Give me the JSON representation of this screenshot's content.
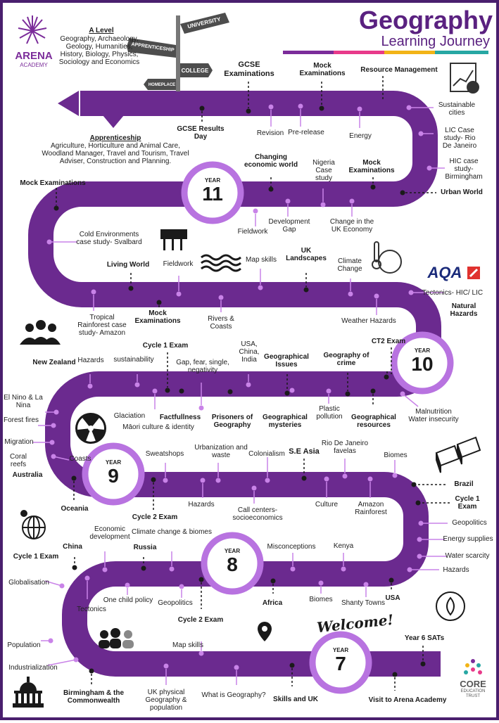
{
  "header": {
    "title": "Geography",
    "subtitle": "Learning Journey",
    "school_name": "ARENA",
    "school_sub": "ACADEMY"
  },
  "signposts": [
    "UNIVERSITY",
    "APPRENTICESHIP",
    "COLLEGE",
    "HOMEPLACE"
  ],
  "pathways": {
    "a_level_title": "A Level",
    "a_level_text": "Geography, Archaeology,\nGeology, Humanities,\nHistory, Biology, Physics,\nSociology and Economics",
    "apprenticeship_title": "Apprenticeship",
    "apprenticeship_text": "Agriculture, Horticulture and Animal Care,\nWoodland Manager, Travel and Tourism, Travel\nAdviser, Construction and Planning."
  },
  "years": {
    "y11": {
      "word": "YEAR",
      "num": "11"
    },
    "y10": {
      "word": "YEAR",
      "num": "10"
    },
    "y9": {
      "word": "YEAR",
      "num": "9"
    },
    "y8": {
      "word": "YEAR",
      "num": "8"
    },
    "y7": {
      "word": "YEAR",
      "num": "7"
    }
  },
  "welcome": "Welcome!",
  "aqa": "AQA",
  "core": {
    "line1": "CORE",
    "line2": "EDUCATION\nTRUST"
  },
  "labels": {
    "gcse_exams": "GCSE\nExaminations",
    "mock_exams_top": "Mock\nExaminations",
    "resource_management": "Resource Management",
    "sustainable_cities": "Sustainable\ncities",
    "lic_case": "LIC Case\nstudy- Rio\nDe Janeiro",
    "hic_case": "HIC case\nstudy-\nBirmingham",
    "urban_world": "Urban World",
    "gcse_results": "GCSE Results\nDay",
    "revision": "Revision",
    "pre_release": "Pre-release",
    "energy": "Energy",
    "changing_world": "Changing\neconomic world",
    "nigeria": "Nigeria\nCase\nstudy",
    "mock_exams_y11": "Mock\nExaminations",
    "mock_exams_left": "Mock Examinations",
    "fieldwork_y11": "Fieldwork",
    "development_gap": "Development\nGap",
    "uk_economy": "Change in the\nUK Economy",
    "cold_env": "Cold Environments\ncase study- Svalbard",
    "living_world": "Living World",
    "fieldwork_lw": "Fieldwork",
    "map_skills_y11": "Map skills",
    "uk_landscapes": "UK\nLandscapes",
    "climate_change": "Climate\nChange",
    "tropical": "Tropical\nRainforest case\nstudy- Amazon",
    "mock_exams_mid": "Mock\nExaminations",
    "rivers": "Rivers &\nCoasts",
    "weather_hazards": "Weather Hazards",
    "tectonics_hic": "Tectonics- HIC/ LIC",
    "natural_hazards": "Natural\nHazards",
    "ct2_exam": "CT2 Exam",
    "new_zealand": "New Zealand",
    "hazards_y9": "Hazards",
    "sustainability": "sustainability",
    "cycle1_y9": "Cycle 1 Exam",
    "gap_fear": "Gap, fear, single,\nnegativity",
    "usa_china": "USA,\nChina,\nIndia",
    "geo_issues": "Geographical\nIssues",
    "geo_crime": "Geography of\ncrime",
    "el_nino": "El Nino & La\nNina",
    "forest_fires": "Forest fires",
    "migration": "Migration",
    "coral_reefs": "Coral\nreefs",
    "australia": "Australia",
    "coasts": "Coasts",
    "glaciation": "Glaciation",
    "maori": "Māori culture & identity",
    "factfullness": "Factfullness",
    "prisoners": "Prisoners of\nGeography",
    "geo_mysteries": "Geographical\nmysteries",
    "plastic": "Plastic\npollution",
    "geo_resources": "Geographical\nresources",
    "malnutrition": "Malnutrition\nWater insecurity",
    "sweatshops": "Sweatshops",
    "urbanization": "Urbanization and\nwaste",
    "colonialism": "Colonialism",
    "se_asia": "S.E Asia",
    "rio_favelas": "Rio De Janeiro\nfavelas",
    "biomes_y8": "Biomes",
    "oceania": "Oceania",
    "cycle2_y9": "Cycle 2 Exam",
    "hazards_y8": "Hazards",
    "call_centers": "Call centers-\nsocioeconomics",
    "culture": "Culture",
    "amazon_rf": "Amazon\nRainforest",
    "brazil": "Brazil",
    "cycle1_right": "Cycle 1\nExam",
    "geopolitics_r": "Geopolitics",
    "energy_supplies": "Energy supplies",
    "water_scarcity": "Water scarcity",
    "hazards_r": "Hazards",
    "economic_dev": "Economic\ndevelopment",
    "climate_biomes": "Climate change & biomes",
    "china": "China",
    "russia": "Russia",
    "misconceptions": "Misconceptions",
    "kenya": "Kenya",
    "cycle1_left": "Cycle 1 Exam",
    "globalisation": "Globalisation",
    "tectonics": "Tectonics",
    "one_child": "One child policy",
    "geopolitics_m": "Geopolitics",
    "cycle2_y8": "Cycle 2 Exam",
    "africa": "Africa",
    "biomes_m": "Biomes",
    "shanty": "Shanty Towns",
    "usa": "USA",
    "population": "Population",
    "map_skills_y7": "Map skills",
    "year6_sats": "Year 6 SATs",
    "industrialization": "Industrialization",
    "birmingham": "Birmingham & the\nCommonwealth",
    "uk_physical": "UK physical\nGeography &\npopulation",
    "what_is_geo": "What is Geography?",
    "skills_uk": "Skills and UK",
    "visit_arena": "Visit to Arena Academy"
  },
  "colors": {
    "road": "#6b2a8f",
    "road_dark": "#4a1f6e",
    "dot": "#c983e8",
    "ring": "#b873e0",
    "title": "#5a2180",
    "stripe_purple": "#7b2c9a",
    "stripe_pink": "#e83a8a",
    "stripe_yellow": "#f2b417",
    "stripe_teal": "#27a7a3"
  }
}
